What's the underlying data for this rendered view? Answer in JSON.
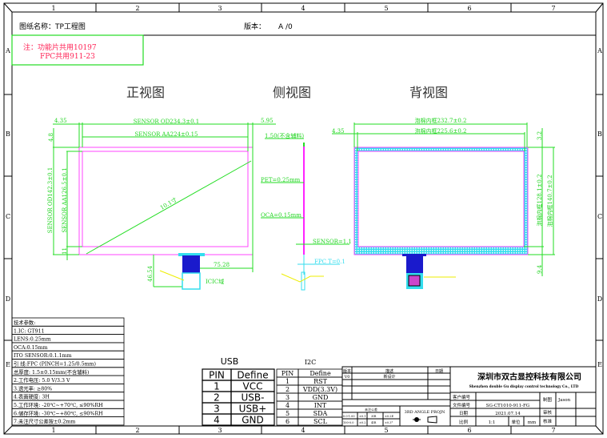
{
  "frame": {
    "columns": [
      "1",
      "2",
      "3",
      "4",
      "5",
      "6",
      "7"
    ],
    "rows": [
      "A",
      "B",
      "C",
      "D",
      "E"
    ]
  },
  "header": {
    "drawing_name": "图纸名称：TP工程图",
    "version_label": "版本：",
    "version_value": "A /0"
  },
  "note": {
    "line1": "注：功能片共用10197",
    "line2": "FPC共用911-23"
  },
  "views": {
    "front": "正视图",
    "side": "侧视图",
    "back": "背视图"
  },
  "front_dims": {
    "left_offset": "4.35",
    "right_offset": "5.95",
    "od_width": "SENSOR OD234.3±0.1",
    "aa_width": "SENSOR AA224±0.15",
    "top_offset": "4.8",
    "od_height": "SENSOR OD142.3±0.1",
    "aa_height": "SENSOR AA126.5±0.1",
    "bottom_offset": "11",
    "diagonal": "10.1寸",
    "fpc_height": "46.54",
    "fpc_offset": "75.28",
    "ic_label": "ICIC域"
  },
  "side_dims": {
    "top_label": "1.50(不含辅料)",
    "pet": "PET=0.25mm",
    "oca": "OCA=0.15mm",
    "sensor": "SENSOR=1.1",
    "fpc": "FPC T=0.1"
  },
  "back_dims": {
    "left_offset": "4.35",
    "outer_width": "泡棉内框232.7±0.2",
    "inner_width": "泡棉内框225.6±0.2",
    "top_offset": "3.2",
    "inner_height": "泡棉内框128.1±0.2",
    "outer_height": "泡棉内框140.7±0.2",
    "bottom_offset": "9.4"
  },
  "specs": [
    "技术参数:",
    "1.IC: GT911",
    "LENS:0.25mm",
    "OCA:0.15mm",
    "ITO SENSOR:0.1.1mm",
    "引  线:FPC (PINCH=1.25/0.5mm)",
    "总厚度: 1.5±0.15mm(不含辅料)",
    "2.工作电压: 5.0 V/3.3 V",
    "3.透光率: ≥80%",
    "4.表面硬度: 3H",
    "5.工作环境: -20℃~+70℃, ≤90%RH",
    "6.储存环境: -30℃~+80℃, ≤90%RH",
    "7.未注尺寸公差按±0.2mm"
  ],
  "usb": {
    "title": "USB",
    "headers": [
      "PIN",
      "Define"
    ],
    "rows": [
      [
        "1",
        "VCC"
      ],
      [
        "2",
        "USB-"
      ],
      [
        "3",
        "USB+"
      ],
      [
        "4",
        "GND"
      ]
    ]
  },
  "i2c": {
    "title": "I2C",
    "headers": [
      "PIN",
      "Define"
    ],
    "rows": [
      [
        "1",
        "RST"
      ],
      [
        "2",
        "VDD(3.3V)"
      ],
      [
        "3",
        "GND"
      ],
      [
        "4",
        "INT"
      ],
      [
        "5",
        "SDA"
      ],
      [
        "6",
        "SCL"
      ]
    ]
  },
  "revision": {
    "headers": [
      "版本",
      "描述",
      "日期"
    ],
    "rows": [
      [
        "V0",
        "新设计",
        ""
      ]
    ]
  },
  "tolerance": {
    "title": "未注公差",
    "cells": [
      "0.0-1.00",
      "±0.1",
      "3IR",
      "±0.2E",
      "100-0.0",
      "±0.2",
      "4IR",
      "±0.3°"
    ]
  },
  "projection": "3RD ANGLE PROJN",
  "title_block": {
    "company_cn": "深圳市双古显控科技有限公司",
    "company_en": "Shenzhen double Gu display control technology Co., LTD",
    "customer_no_label": "客户编号",
    "customer_no": "",
    "file_no_label": "文件编号",
    "file_no": "SG-CT1010-911-FG",
    "date_label": "日期",
    "date": "2021.07.14",
    "scale_label": "比例",
    "scale": "1:1",
    "unit_label": "单位",
    "unit": "mm",
    "drawn_label": "制图",
    "drawn_by": "Jason",
    "review_label": "审核",
    "approve_label": "核准"
  }
}
